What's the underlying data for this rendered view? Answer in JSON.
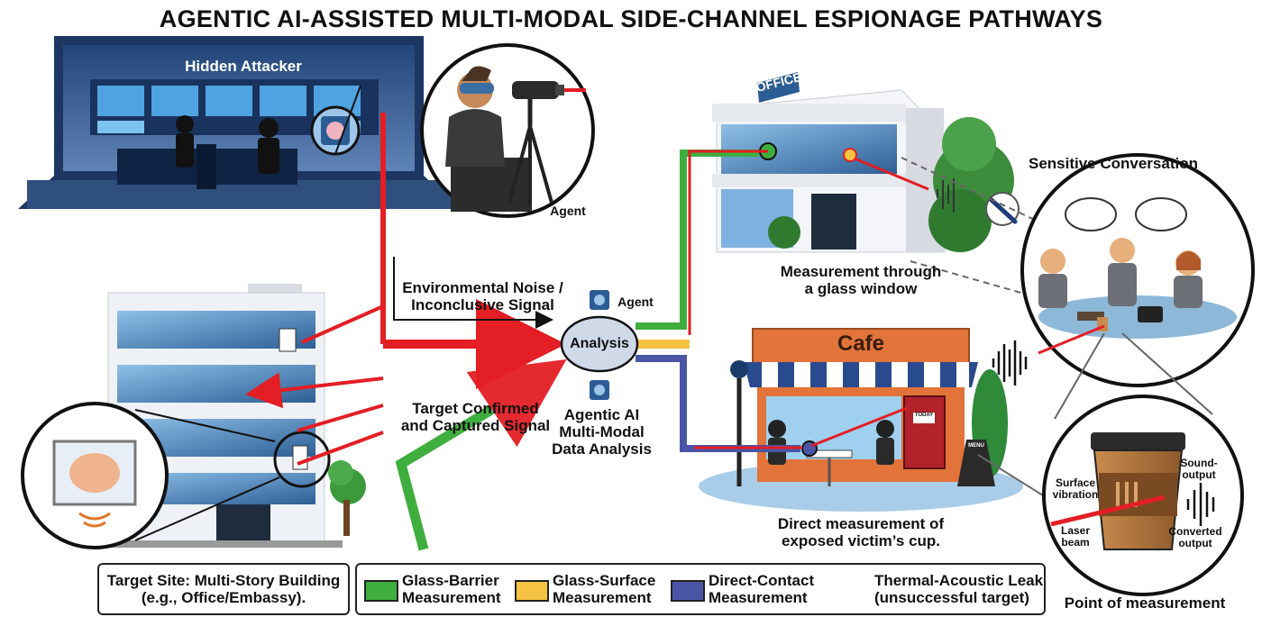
{
  "title": "AGENTIC AI-ASSISTED MULTI-MODAL SIDE-CHANNEL ESPIONAGE PATHWAYS",
  "attacker": {
    "label": "Hidden Attacker"
  },
  "agent_label": "Agent",
  "office": {
    "sign": "OFFICE",
    "caption_line1": "Measurement through",
    "caption_line2": "a glass window"
  },
  "conversation": {
    "label": "Sensitive Conversation"
  },
  "cafe": {
    "sign": "Cafe",
    "caption_line1": "Direct measurement of",
    "caption_line2": "exposed victim’s cup.",
    "board": "TODAY",
    "menu": "MENU"
  },
  "cup": {
    "surface_line1": "Surface",
    "surface_line2": "vibration",
    "laser_line1": "Laser",
    "laser_line2": "beam",
    "sound_line1": "Sound-",
    "sound_line2": "output",
    "converted_line1": "Converted",
    "converted_line2": "output",
    "point_label": "Point of measurement"
  },
  "flow": {
    "noise_line1": "Environmental Noise /",
    "noise_line2": "Inconclusive Signal",
    "confirmed_line1": "Target Confirmed",
    "confirmed_line2": "and Captured Signal",
    "analysis": "Analysis",
    "analysis_agent": "Agent",
    "ai_line1": "Agentic AI",
    "ai_line2": "Multi-Modal",
    "ai_line3": "Data Analysis"
  },
  "target_site": {
    "line1": "Target Site: Multi-Story Building",
    "line2": "(e.g., Office/Embassy)."
  },
  "legend": [
    {
      "line1": "Glass-Barrier",
      "line2": "Measurement",
      "color": "#3fae3f"
    },
    {
      "line1": "Glass-Surface",
      "line2": "Measurement",
      "color": "#f5c242"
    },
    {
      "line1": "Direct-Contact",
      "line2": "Measurement",
      "color": "#4a55a8"
    }
  ],
  "legend_leak": {
    "line1": "Thermal-Acoustic Leak",
    "line2": "(unsuccessful target)"
  },
  "colors": {
    "red": "#e31e24",
    "green": "#3fae3f",
    "yellow": "#f5c242",
    "blue": "#4a55a8",
    "sky": "#5b8fc9"
  }
}
